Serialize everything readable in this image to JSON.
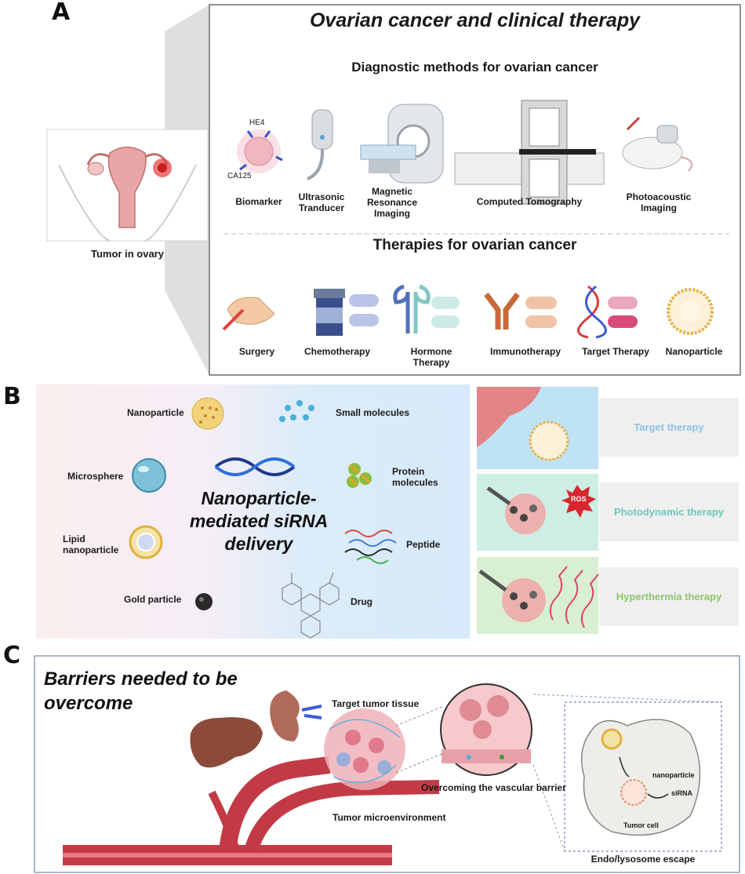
{
  "panelA": {
    "letter": "A",
    "tumor_label": "Tumor in ovary",
    "title": "Ovarian cancer and clinical therapy",
    "diag_title": "Diagnostic methods for ovarian cancer",
    "biomarker_he4": "HE4",
    "biomarker_ca125": "CA125",
    "diagnostics": [
      "Biomarker",
      "Ultrasonic\nTranducer",
      "Magnetic\nResonance\nImaging",
      "Computed Tomography",
      "Photoacoustic\nImaging"
    ],
    "ther_title": "Therapies for ovarian cancer",
    "therapies": [
      "Surgery",
      "Chemotherapy",
      "Hormone\nTherapy",
      "Immunotherapy",
      "Target Therapy",
      "Nanoparticle"
    ]
  },
  "panelB": {
    "letter": "B",
    "center_text": "Nanoparticle-\nmediated siRNA\ndelivery",
    "left_items": [
      "Nanoparticle",
      "Microsphere",
      "Lipid\nnanoparticle",
      "Gold particle"
    ],
    "right_items": [
      "Small molecules",
      "Protein\nmolecules",
      "Peptide",
      "Drug"
    ],
    "ros_label": "ROS",
    "therapies": [
      "Target therapy",
      "Photodynamic therapy",
      "Hyperthermia therapy"
    ],
    "therapy_colors": [
      "#8ec3e6",
      "#6cc8b8",
      "#8cc66a"
    ]
  },
  "panelC": {
    "letter": "C",
    "title": "Barriers needed to be\novercome",
    "target_label": "Target tumor tissue",
    "vascular_label": "Overcoming the vascular barrier",
    "microenv_label": "Tumor microenvironment",
    "cell_nanoparticle": "nanoparticle",
    "cell_sirna": "siRNA",
    "cell_label": "Tumor cell",
    "escape_label": "Endo/lysosome escape"
  }
}
